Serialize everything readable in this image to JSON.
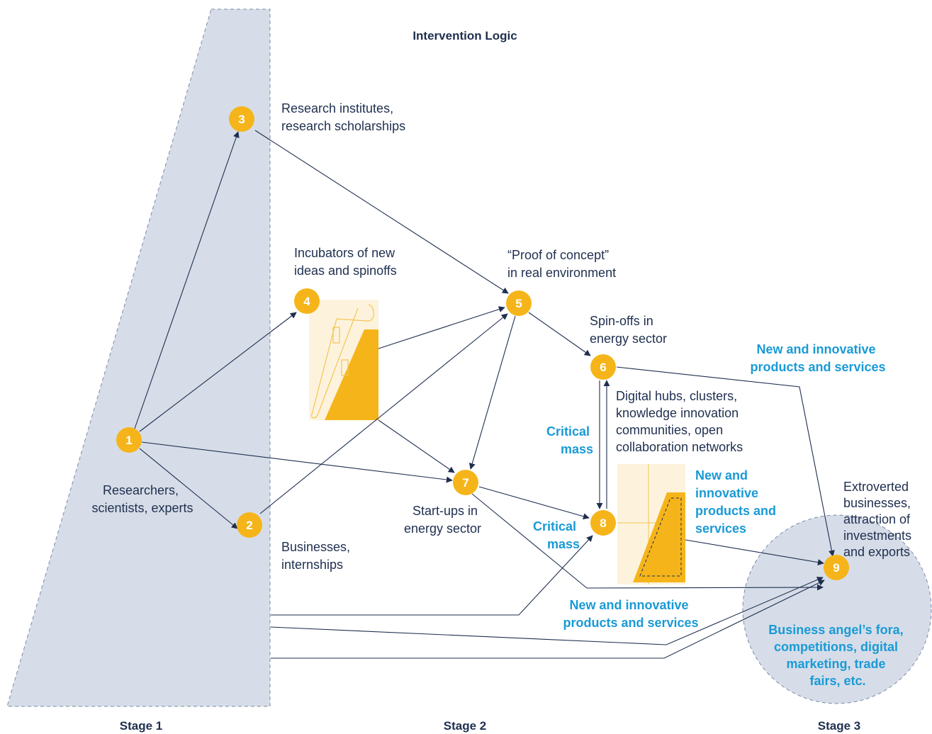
{
  "title": "Intervention Logic",
  "colors": {
    "navy": "#1f2f4f",
    "node_fill": "#f5b51a",
    "highlight_text": "#1a9ad6",
    "stage_region": "#d6dde8",
    "icon_bg": "#fdf3dd",
    "icon_accent": "#f5b51a"
  },
  "stages": [
    "Stage 1",
    "Stage 2",
    "Stage 3"
  ],
  "nodes": [
    {
      "id": "1",
      "label": [
        "Researchers,",
        "scientists, experts"
      ]
    },
    {
      "id": "2",
      "label": [
        "Businesses,",
        "internships"
      ]
    },
    {
      "id": "3",
      "label": [
        "Research institutes,",
        "research scholarships"
      ]
    },
    {
      "id": "4",
      "label": [
        "Incubators of new",
        "ideas and spinoffs"
      ]
    },
    {
      "id": "5",
      "label": [
        "“Proof of concept”",
        "in real environment"
      ]
    },
    {
      "id": "6",
      "label": [
        "Spin-offs in",
        "energy sector"
      ]
    },
    {
      "id": "7",
      "label": [
        "Start-ups in",
        "energy sector"
      ]
    },
    {
      "id": "8",
      "label": [
        "Digital hubs, clusters,",
        "knowledge innovation",
        "communities, open",
        "collaboration networks"
      ]
    },
    {
      "id": "9",
      "label": [
        "Extroverted",
        "businesses,",
        "attraction of",
        "investments",
        "and exports"
      ]
    }
  ],
  "highlights": {
    "products_top": [
      "New and innovative",
      "products and services"
    ],
    "products_right": [
      "New and",
      "innovative",
      "products and",
      "services"
    ],
    "products_bottom": [
      "New and innovative",
      "products and services"
    ],
    "critical_upper": [
      "Critical",
      "mass"
    ],
    "critical_lower": [
      "Critical",
      "mass"
    ],
    "stage3_activities": [
      "Business angel’s fora,",
      "competitions, digital",
      "marketing, trade",
      "fairs, etc."
    ]
  },
  "edges": [
    [
      "1",
      "3"
    ],
    [
      "1",
      "4"
    ],
    [
      "1",
      "2"
    ],
    [
      "1",
      "7"
    ],
    [
      "3",
      "5"
    ],
    [
      "4",
      "5"
    ],
    [
      "4",
      "7"
    ],
    [
      "2",
      "5"
    ],
    [
      "5",
      "6"
    ],
    [
      "5",
      "7"
    ],
    [
      "6",
      "8"
    ],
    [
      "8",
      "6"
    ],
    [
      "6",
      "9"
    ],
    [
      "7",
      "8"
    ],
    [
      "7",
      "9"
    ],
    [
      "8",
      "9"
    ],
    [
      "stage1",
      "8"
    ],
    [
      "stage1",
      "9"
    ],
    [
      "stage1",
      "9"
    ]
  ]
}
